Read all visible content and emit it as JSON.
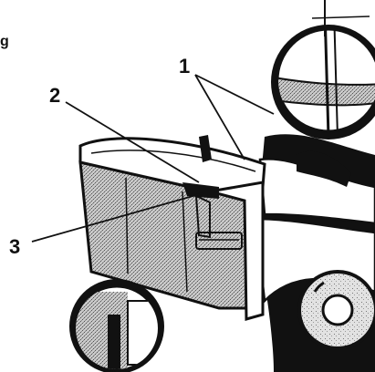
{
  "diagram": {
    "edge_text": "g",
    "callouts": [
      {
        "label": "1"
      },
      {
        "label": "2"
      },
      {
        "label": "3"
      }
    ]
  }
}
